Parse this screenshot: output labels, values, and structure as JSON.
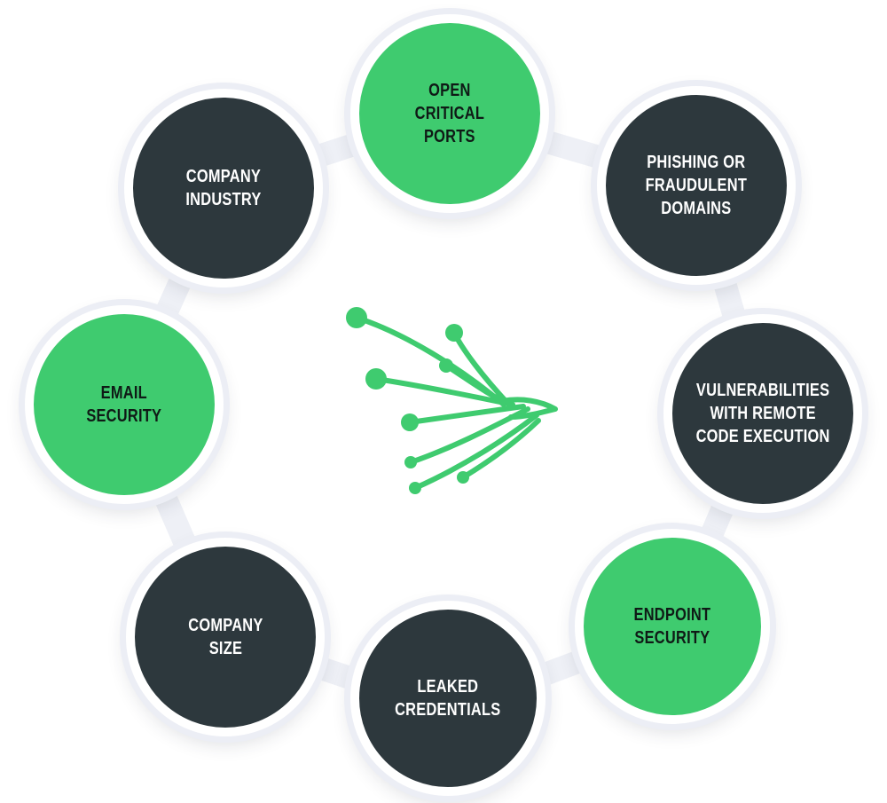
{
  "diagram": {
    "colors": {
      "dark": "#2d383d",
      "green": "#3fcb6f",
      "ring": "#eceef5"
    },
    "center_icon": "branching-arrow-logo-icon",
    "nodes": [
      {
        "id": "open-critical-ports",
        "label": "OPEN\nCRITICAL\nPORTS",
        "style": "green"
      },
      {
        "id": "phishing-or-fraudulent-domains",
        "label": "PHISHING OR\nFRAUDULENT\nDOMAINS",
        "style": "dark"
      },
      {
        "id": "vulnerabilities-with-remote-code-execution",
        "label": "VULNERABILITIES\nWITH REMOTE\nCODE EXECUTION",
        "style": "dark"
      },
      {
        "id": "endpoint-security",
        "label": "ENDPOINT\nSECURITY",
        "style": "green"
      },
      {
        "id": "leaked-credentials",
        "label": "LEAKED\nCREDENTIALS",
        "style": "dark"
      },
      {
        "id": "company-size",
        "label": "COMPANY\nSIZE",
        "style": "dark"
      },
      {
        "id": "email-security",
        "label": "EMAIL\nSECURITY",
        "style": "green"
      },
      {
        "id": "company-industry",
        "label": "COMPANY\nINDUSTRY",
        "style": "dark"
      }
    ]
  }
}
